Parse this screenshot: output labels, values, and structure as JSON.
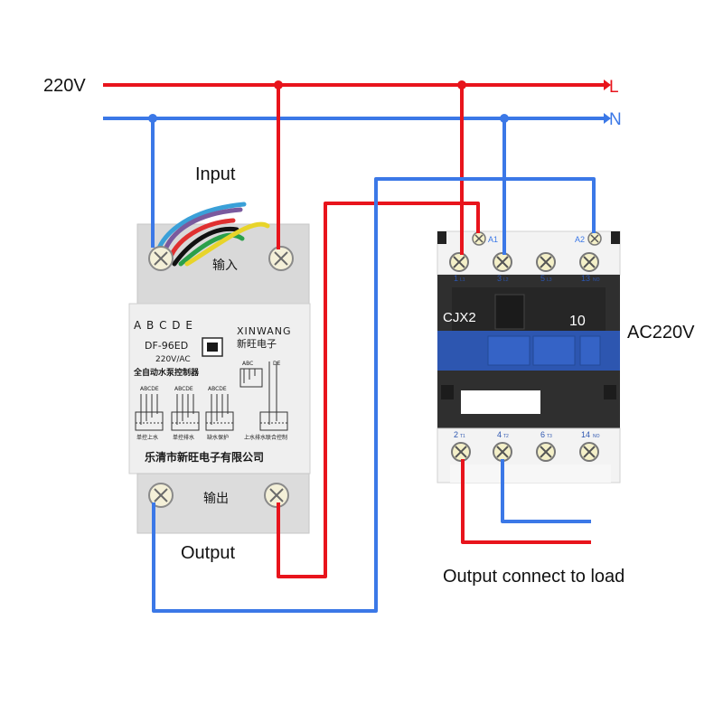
{
  "diagram": {
    "supply": {
      "voltage": "220V",
      "line": "L",
      "neutral": "N"
    },
    "labels": {
      "input": "Input",
      "output": "Output",
      "load": "Output connect to load",
      "coil_voltage": "AC220V"
    },
    "controller": {
      "terminals_header": "A B C D E",
      "brand_en": "XINWANG",
      "brand_cn": "新旺电子",
      "model": "DF-96ED",
      "rating": "220V/AC",
      "name_cn": "全自动水泵控制器",
      "probe_abcde": "ABCDE",
      "probe_abc": "ABC",
      "probe_de": "DE",
      "mode_1": "单控上水",
      "mode_2": "单控排水",
      "mode_3": "缺水保护",
      "mode_4": "上水排水联合控制",
      "maker": "乐清市新旺电子有限公司",
      "top_label": "输入",
      "bottom_label": "输出"
    },
    "contactor": {
      "model": "CJX2",
      "rating": "10",
      "coil_a1": "A1",
      "coil_a2": "A2",
      "top_terminals": [
        "1",
        "3",
        "5",
        "13"
      ],
      "top_tags": [
        "L1",
        "L2",
        "L3",
        "NO"
      ],
      "bottom_terminals": [
        "2",
        "4",
        "6",
        "14"
      ],
      "bottom_tags": [
        "T1",
        "T2",
        "T3",
        "NO"
      ]
    },
    "colors": {
      "live": "#e8141c",
      "neutral": "#3b78e7",
      "housing": "#e9e9e9",
      "contactor_body": "#2f2f2f",
      "contactor_slot": "#2d56b0"
    }
  }
}
